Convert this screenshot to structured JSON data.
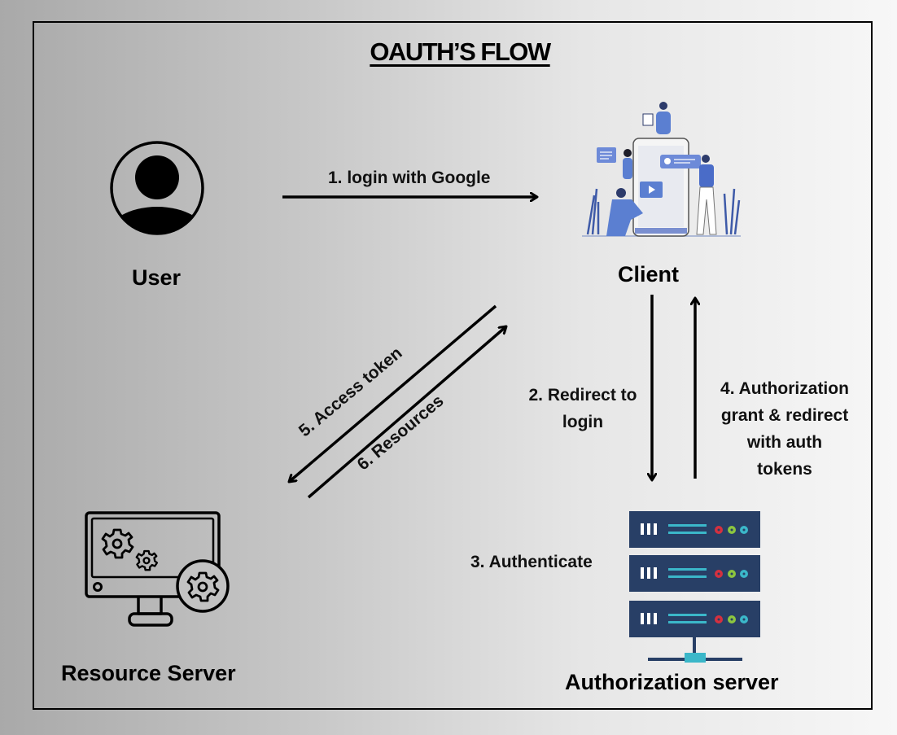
{
  "title": "OAUTH’S FLOW",
  "nodes": {
    "user": {
      "label": "User",
      "icon": "user-avatar-icon"
    },
    "client": {
      "label": "Client",
      "icon": "client-app-illustration-icon"
    },
    "resource_server": {
      "label": "Resource Server",
      "icon": "monitor-gears-icon"
    },
    "authorization_server": {
      "label": "Authorization server",
      "icon": "server-rack-icon"
    }
  },
  "steps": [
    {
      "id": 1,
      "text": "1. login with Google",
      "from": "User",
      "to": "Client"
    },
    {
      "id": 2,
      "lines": [
        "2. Redirect to",
        "login"
      ],
      "from": "Client",
      "to": "Authorization server"
    },
    {
      "id": 3,
      "text": "3. Authenticate",
      "at": "Authorization server"
    },
    {
      "id": 4,
      "lines": [
        "4. Authorization",
        "grant & redirect",
        "with auth",
        "tokens"
      ],
      "from": "Authorization server",
      "to": "Client"
    },
    {
      "id": 5,
      "text": "5. Access token",
      "from": "Client",
      "to": "Resource Server"
    },
    {
      "id": 6,
      "text": "6. Resources",
      "from": "Resource Server",
      "to": "Client"
    }
  ],
  "colors": {
    "server_body": "#283f66",
    "server_accent": "#3bb7c9",
    "led_red": "#d5303f",
    "led_green": "#8cc63f",
    "led_cyan": "#3bb7c9",
    "illustration_blue": "#5b7fd1"
  }
}
